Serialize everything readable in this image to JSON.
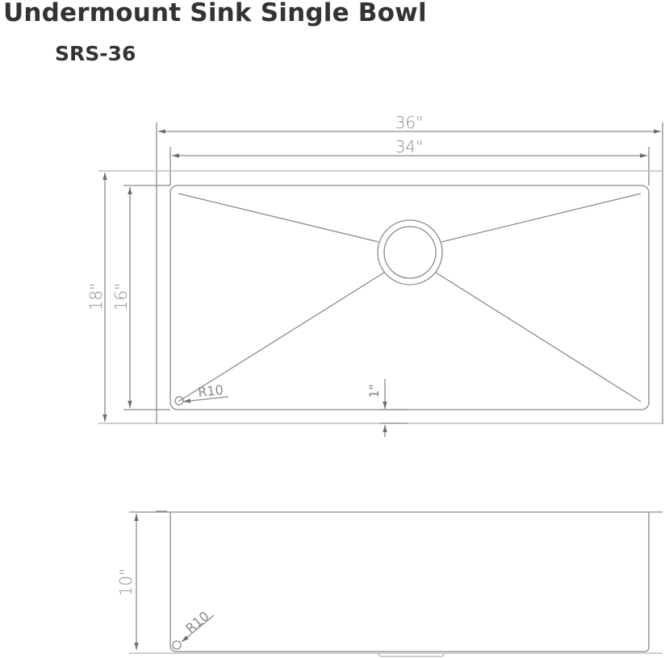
{
  "header": {
    "title": "Undermount Sink Single Bowl",
    "model": "SRS-36"
  },
  "top_view": {
    "overall_width": "36\"",
    "inner_width": "34\"",
    "overall_depth": "18\"",
    "inner_depth": "16\"",
    "corner_radius": "R10",
    "drain_offset": "1\""
  },
  "side_view": {
    "height": "10\"",
    "corner_radius": "R10"
  },
  "colors": {
    "title": "#333333",
    "line": "#8a8a8a"
  }
}
